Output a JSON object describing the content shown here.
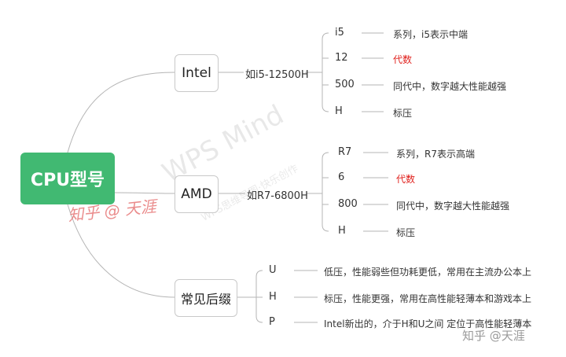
{
  "root": {
    "label": "CPU型号"
  },
  "branches": {
    "intel": {
      "label": "Intel",
      "example": "如i5-12500H",
      "items": [
        {
          "code": "i5",
          "desc": "系列，i5表示中端",
          "highlight": false
        },
        {
          "code": "12",
          "desc": "代数",
          "highlight": true
        },
        {
          "code": "500",
          "desc": "同代中，数字越大性能越强",
          "highlight": false
        },
        {
          "code": "H",
          "desc": "标压",
          "highlight": false
        }
      ]
    },
    "amd": {
      "label": "AMD",
      "example": "如R7-6800H",
      "items": [
        {
          "code": "R7",
          "desc": "系列，R7表示高端",
          "highlight": false
        },
        {
          "code": "6",
          "desc": "代数",
          "highlight": true
        },
        {
          "code": "800",
          "desc": "同代中，数字越大性能越强",
          "highlight": false
        },
        {
          "code": "H",
          "desc": "标压",
          "highlight": false
        }
      ]
    },
    "common": {
      "label": "常见后缀",
      "items": [
        {
          "code": "U",
          "desc": "低压，性能弱些但功耗更低，常用在主流办公本上"
        },
        {
          "code": "H",
          "desc": "标压，性能更强，常用在高性能轻薄本和游戏本上"
        },
        {
          "code": "P",
          "desc": "Intel新出的，介于H和U之间 定位于高性能轻薄本"
        }
      ]
    }
  },
  "watermarks": {
    "wps": "WPS Mind",
    "wps_sub": "WPS思维导图·快乐创作",
    "signature": "知乎 @ 天涯",
    "zhihu": "知乎 @天涯"
  },
  "colors": {
    "root_bg": "#41b972",
    "highlight": "#e0201c",
    "line": "#b5b5b5"
  }
}
